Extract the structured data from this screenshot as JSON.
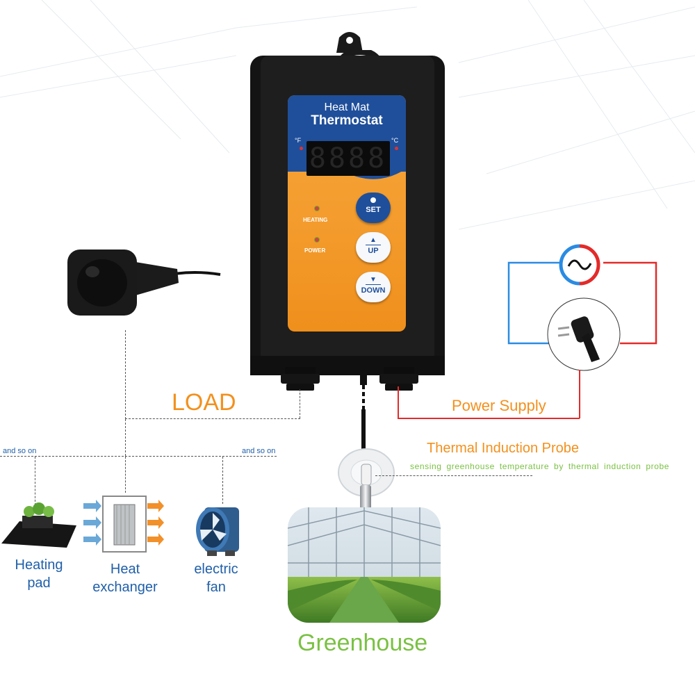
{
  "device": {
    "title_line1": "Heat Mat",
    "title_line2": "Thermostat",
    "unit_f": "°F",
    "unit_c": "°C",
    "display_value": "8888",
    "indicator_heating": "HEATING",
    "indicator_power": "POWER",
    "btn_set": "SET",
    "btn_up": "UP",
    "btn_down": "DOWN"
  },
  "labels": {
    "load": "LOAD",
    "power_supply": "Power Supply",
    "probe_title": "Thermal Induction Probe",
    "probe_desc": "sensing greenhouse temperature by thermal induction probe",
    "and_so_on_left": "and so on",
    "and_so_on_right": "and so on",
    "heating_pad": [
      "Heating",
      "pad"
    ],
    "heat_exchanger": [
      "Heat",
      "exchanger"
    ],
    "electric_fan": [
      "electric",
      "fan"
    ],
    "greenhouse": "Greenhouse"
  },
  "colors": {
    "orange": "#f3901d",
    "blue": "#1f5fa9",
    "green": "#7ac143",
    "wire_red": "#e32a2a",
    "wire_blue": "#2a8be3"
  },
  "icons": [
    "socket-plug-icon",
    "ac-source-icon",
    "power-plug-icon",
    "heating-pad-icon",
    "heat-exchanger-icon",
    "axial-fan-icon",
    "greenhouse-photo",
    "suction-cup-probe-icon"
  ]
}
